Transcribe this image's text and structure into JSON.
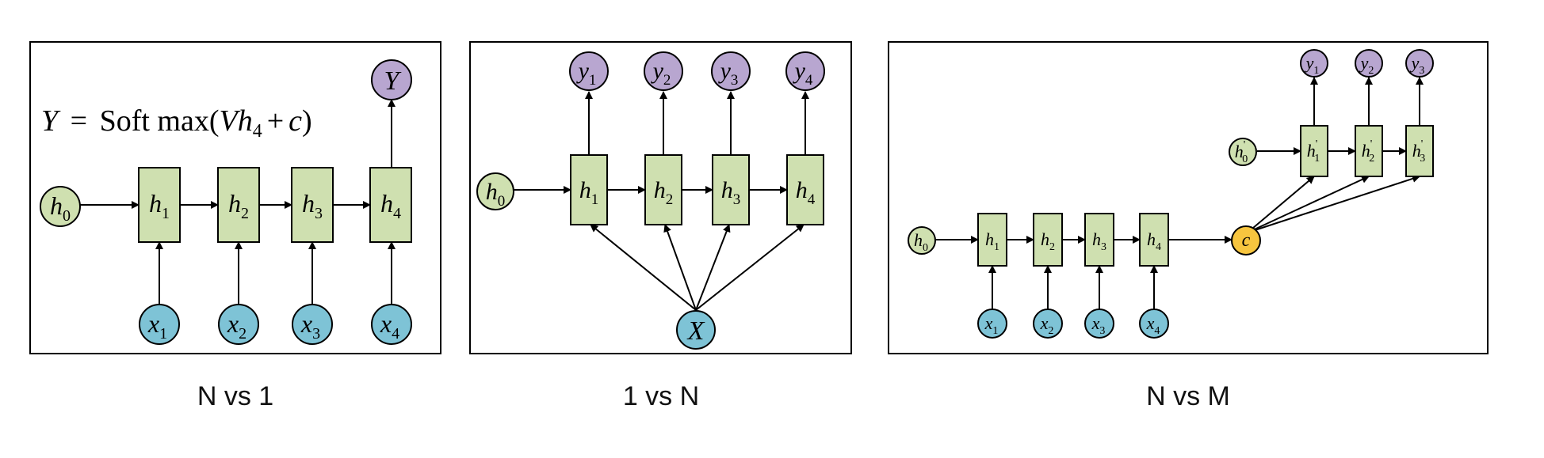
{
  "colors": {
    "hidden": "#cfe0b0",
    "input": "#7ec3d6",
    "output": "#b8a6d0",
    "context": "#f7c53f",
    "stroke": "#000000"
  },
  "panels": [
    {
      "caption": "N vs 1",
      "formula": {
        "lhs": "Y",
        "eq": "=",
        "fn": "Soft max(",
        "V": "V",
        "h": "h",
        "sub": "4",
        "plus": "+",
        "c": "c",
        "close": ")"
      },
      "nodes": {
        "h0": {
          "label": "h",
          "sub": "0"
        },
        "h1": {
          "label": "h",
          "sub": "1"
        },
        "h2": {
          "label": "h",
          "sub": "2"
        },
        "h3": {
          "label": "h",
          "sub": "3"
        },
        "h4": {
          "label": "h",
          "sub": "4"
        },
        "x1": {
          "label": "x",
          "sub": "1"
        },
        "x2": {
          "label": "x",
          "sub": "2"
        },
        "x3": {
          "label": "x",
          "sub": "3"
        },
        "x4": {
          "label": "x",
          "sub": "4"
        },
        "Y": {
          "label": "Y"
        }
      }
    },
    {
      "caption": "1 vs N",
      "nodes": {
        "h0": {
          "label": "h",
          "sub": "0"
        },
        "h1": {
          "label": "h",
          "sub": "1"
        },
        "h2": {
          "label": "h",
          "sub": "2"
        },
        "h3": {
          "label": "h",
          "sub": "3"
        },
        "h4": {
          "label": "h",
          "sub": "4"
        },
        "y1": {
          "label": "y",
          "sub": "1"
        },
        "y2": {
          "label": "y",
          "sub": "2"
        },
        "y3": {
          "label": "y",
          "sub": "3"
        },
        "y4": {
          "label": "y",
          "sub": "4"
        },
        "X": {
          "label": "X"
        }
      }
    },
    {
      "caption": "N vs M",
      "nodes": {
        "h0": {
          "label": "h",
          "sub": "0"
        },
        "h1": {
          "label": "h",
          "sub": "1"
        },
        "h2": {
          "label": "h",
          "sub": "2"
        },
        "h3": {
          "label": "h",
          "sub": "3"
        },
        "h4": {
          "label": "h",
          "sub": "4"
        },
        "x1": {
          "label": "x",
          "sub": "1"
        },
        "x2": {
          "label": "x",
          "sub": "2"
        },
        "x3": {
          "label": "x",
          "sub": "3"
        },
        "x4": {
          "label": "x",
          "sub": "4"
        },
        "c": {
          "label": "c"
        },
        "hp0": {
          "label": "h",
          "sub": "0",
          "prime": "'"
        },
        "hp1": {
          "label": "h",
          "sub": "1",
          "prime": "'"
        },
        "hp2": {
          "label": "h",
          "sub": "2",
          "prime": "'"
        },
        "hp3": {
          "label": "h",
          "sub": "3",
          "prime": "'"
        },
        "y1": {
          "label": "y",
          "sub": "1"
        },
        "y2": {
          "label": "y",
          "sub": "2"
        },
        "y3": {
          "label": "y",
          "sub": "3"
        }
      }
    }
  ]
}
